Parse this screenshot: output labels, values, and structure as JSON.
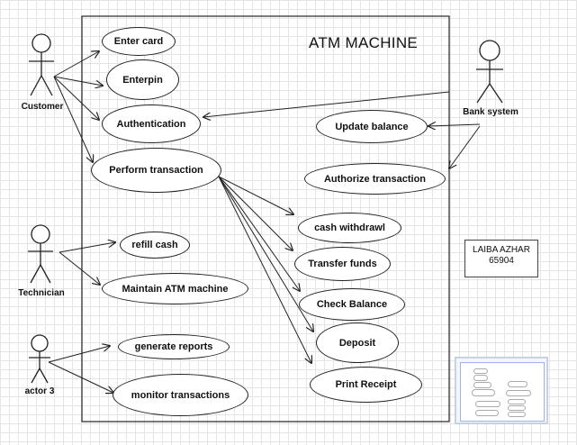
{
  "diagram": {
    "system_title": "ATM MACHINE",
    "actors": {
      "customer": "Customer",
      "technician": "Technician",
      "actor3": "actor 3",
      "bank": "Bank system"
    },
    "use_cases": {
      "enter_card": "Enter card",
      "enterpin": "Enterpin",
      "authentication": "Authentication",
      "perform_transaction": "Perform transaction",
      "update_balance": "Update balance",
      "authorize_transaction": "Authorize transaction",
      "cash_withdrawl": "cash withdrawl",
      "transfer_funds": "Transfer funds",
      "check_balance": "Check Balance",
      "deposit": "Deposit",
      "print_receipt": "Print Receipt",
      "refill_cash": "refill cash",
      "maintain_atm": "Maintain ATM machine",
      "generate_reports": "generate reports",
      "monitor_transactions": "monitor transactions"
    },
    "note": {
      "line1": "LAIBA AZHAR",
      "line2": "65904"
    }
  }
}
